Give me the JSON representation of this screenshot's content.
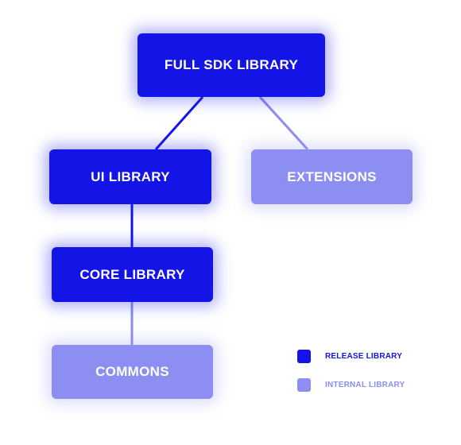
{
  "colors": {
    "release": "#1414e6",
    "internal": "#8c8ef2"
  },
  "nodes": {
    "full_sdk": {
      "label": "FULL SDK LIBRARY",
      "kind": "release"
    },
    "ui": {
      "label": "UI LIBRARY",
      "kind": "release"
    },
    "extensions": {
      "label": "EXTENSIONS",
      "kind": "internal"
    },
    "core": {
      "label": "CORE LIBRARY",
      "kind": "release"
    },
    "commons": {
      "label": "COMMONS",
      "kind": "internal"
    }
  },
  "edges": [
    {
      "from": "full_sdk",
      "to": "ui",
      "kind": "release"
    },
    {
      "from": "full_sdk",
      "to": "extensions",
      "kind": "internal"
    },
    {
      "from": "ui",
      "to": "core",
      "kind": "release"
    },
    {
      "from": "core",
      "to": "commons",
      "kind": "internal"
    }
  ],
  "legend": {
    "release_label": "RELEASE LIBRARY",
    "internal_label": "INTERNAL LIBRARY"
  }
}
